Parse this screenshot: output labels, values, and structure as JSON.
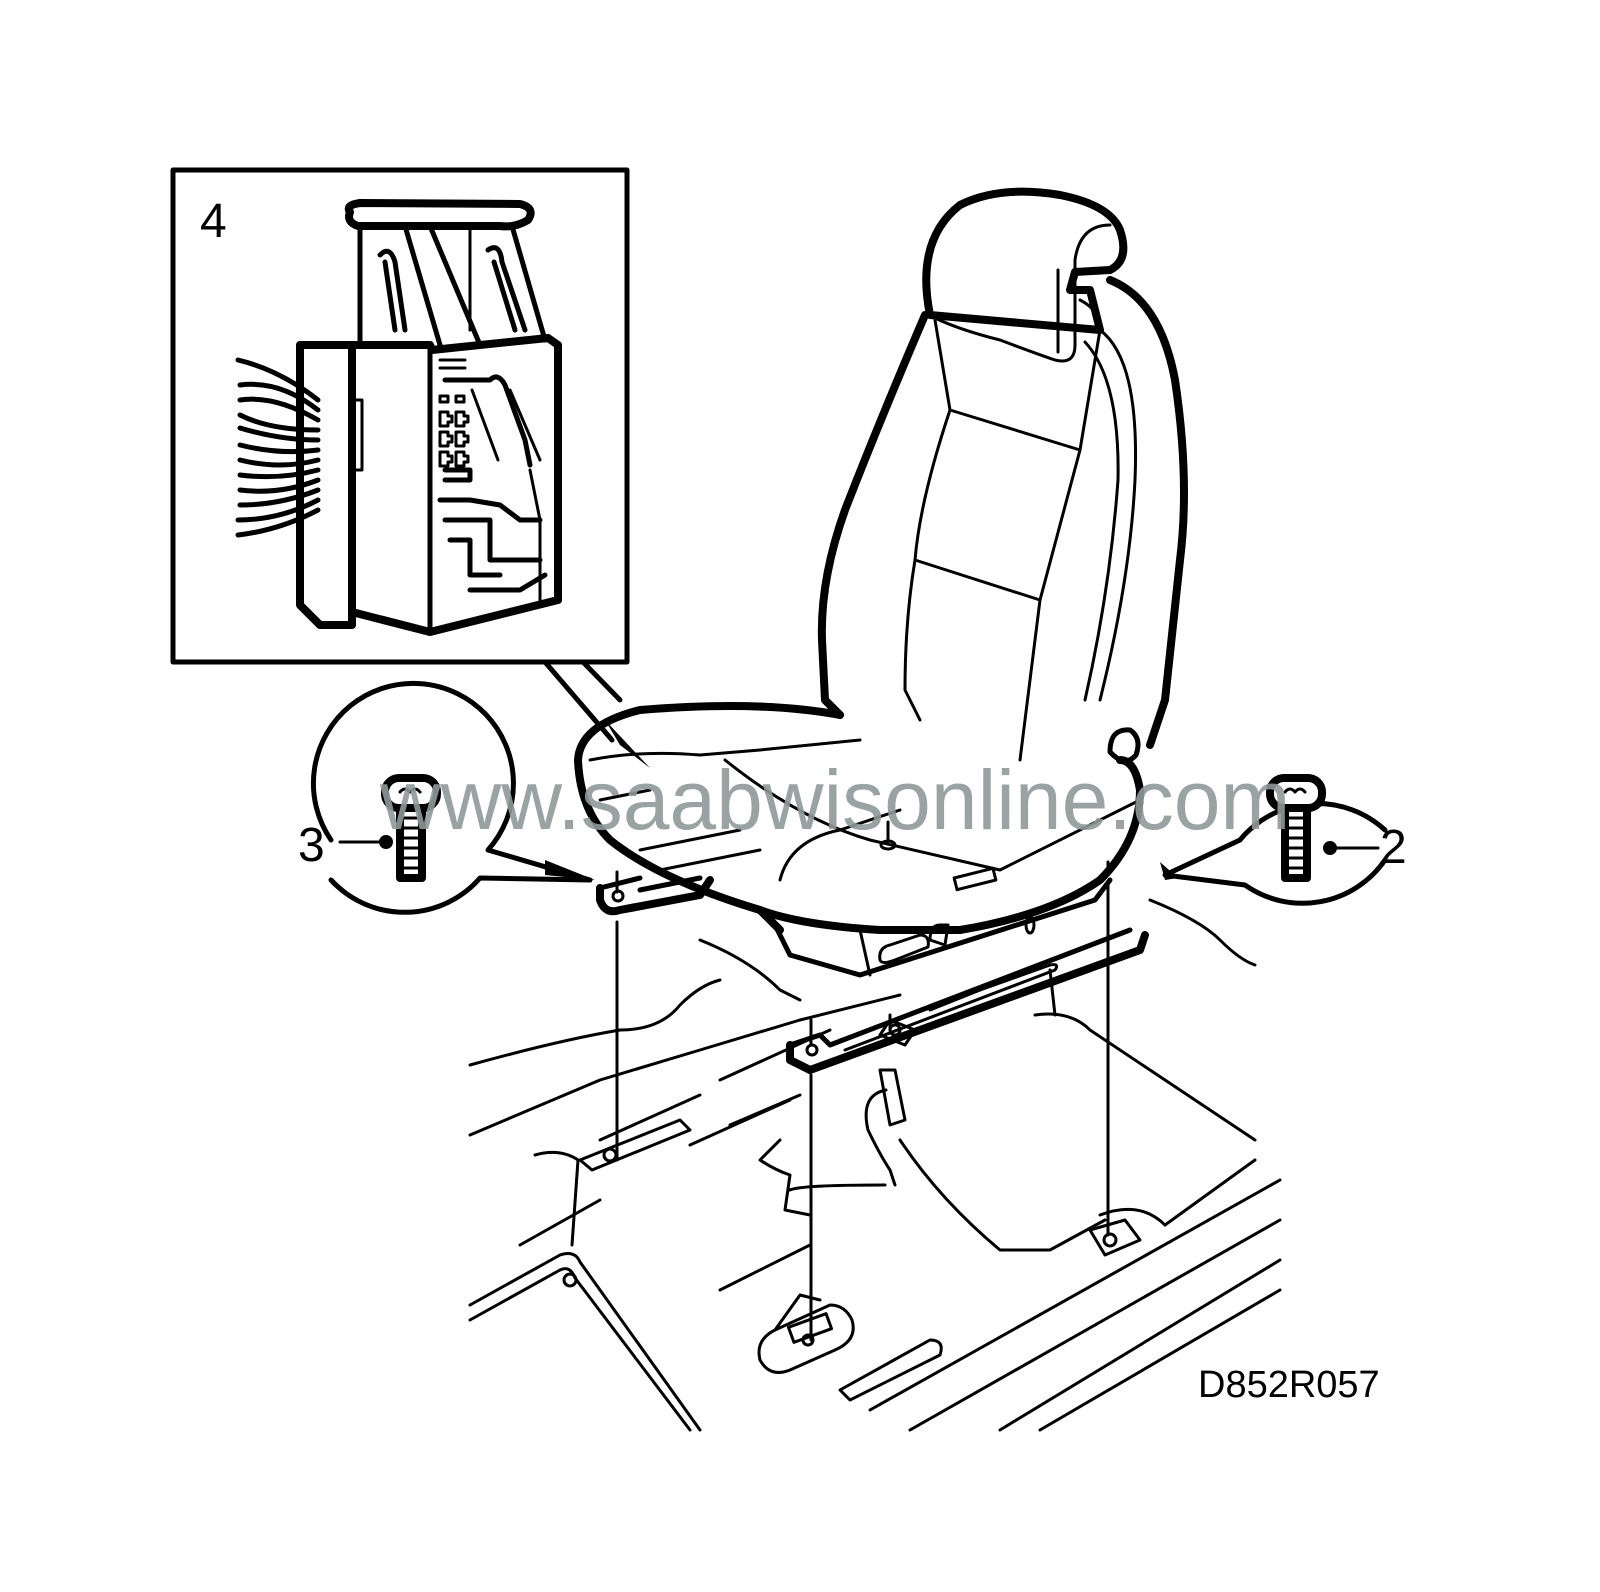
{
  "figure": {
    "code": "D852R057",
    "watermark": "www.saabwisonline.com",
    "colors": {
      "line": "#000000",
      "background": "#ffffff",
      "watermark": "#8f9a9a"
    }
  },
  "callouts": [
    {
      "number": "2",
      "part": "screw",
      "icon": "torx-screw-icon"
    },
    {
      "number": "3",
      "part": "screw",
      "icon": "torx-screw-icon"
    },
    {
      "number": "4",
      "part": "connector",
      "icon": "electrical-connector-icon"
    }
  ]
}
